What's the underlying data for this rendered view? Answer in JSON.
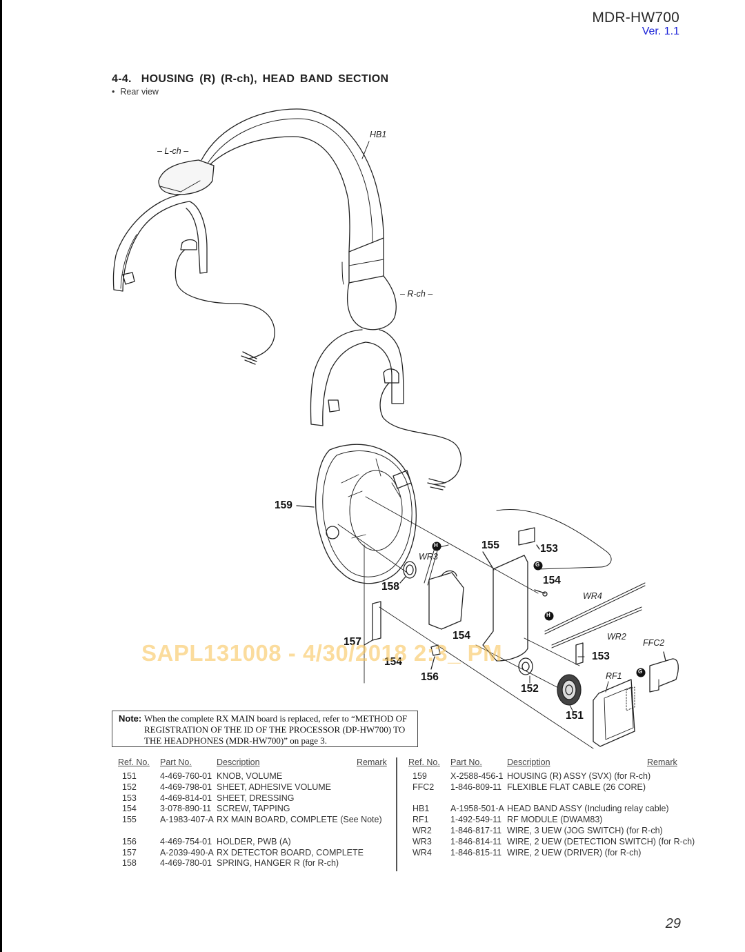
{
  "header": {
    "model": "MDR-HW700",
    "version": "Ver. 1.1",
    "version_color": "#1a22d8"
  },
  "section": {
    "number": "4-4.",
    "title": "HOUSING (R) (R-ch),  HEAD BAND SECTION",
    "subnote_bullet": "•",
    "subnote": "Rear view"
  },
  "diagram": {
    "channel_labels": {
      "left": "– L-ch –",
      "right": "– R-ch –"
    },
    "callouts": {
      "hb1": "HB1",
      "p159": "159",
      "p158": "158",
      "p157": "157",
      "p156": "156",
      "p155": "155",
      "p154a": "154",
      "p154b": "154",
      "p154c": "154",
      "p153a": "153",
      "p153b": "153",
      "p152": "152",
      "p151": "151",
      "wr2": "WR2",
      "wr3": "WR3",
      "wr4": "WR4",
      "ffc2": "FFC2",
      "rf1": "RF1",
      "conn_g": "G",
      "conn_h": "H"
    },
    "watermark": "SAPL131008 - 4/30/2018 2:3_ PM"
  },
  "note": {
    "label": "Note:",
    "text": "When the complete RX MAIN board is replaced, refer to “METHOD OF REGISTRATION OF THE ID OF THE PROCESSOR (DP-HW700) TO THE HEADPHONES (MDR-HW700)” on page 3."
  },
  "parts_table": {
    "headers": {
      "ref": "Ref. No.",
      "part": "Part No.",
      "desc": "Description",
      "remark": "Remark"
    },
    "left": [
      {
        "ref": "151",
        "part": "4-469-760-01",
        "desc": "KNOB, VOLUME",
        "remark": ""
      },
      {
        "ref": "152",
        "part": "4-469-798-01",
        "desc": "SHEET, ADHESIVE VOLUME",
        "remark": ""
      },
      {
        "ref": "153",
        "part": "4-469-814-01",
        "desc": "SHEET, DRESSING",
        "remark": ""
      },
      {
        "ref": "154",
        "part": "3-078-890-11",
        "desc": "SCREW, TAPPING",
        "remark": ""
      },
      {
        "ref": "155",
        "part": "A-1983-407-A",
        "desc": "RX MAIN BOARD, COMPLETE (See Note)",
        "remark": ""
      },
      {
        "ref": "156",
        "part": "4-469-754-01",
        "desc": "HOLDER, PWB (A)",
        "remark": ""
      },
      {
        "ref": "157",
        "part": "A-2039-490-A",
        "desc": "RX DETECTOR BOARD, COMPLETE",
        "remark": ""
      },
      {
        "ref": "158",
        "part": "4-469-780-01",
        "desc": "SPRING, HANGER R (for R-ch)",
        "remark": ""
      }
    ],
    "right": [
      {
        "ref": "159",
        "part": "X-2588-456-1",
        "desc": "HOUSING (R) ASSY (SVX) (for R-ch)",
        "remark": ""
      },
      {
        "ref": "FFC2",
        "part": "1-846-809-11",
        "desc": "FLEXIBLE FLAT CABLE (26 CORE)",
        "remark": ""
      },
      {
        "ref": "HB1",
        "part": "A-1958-501-A",
        "desc": "HEAD BAND ASSY (Including relay cable)",
        "remark": ""
      },
      {
        "ref": "RF1",
        "part": "1-492-549-11",
        "desc": "RF MODULE (DWAM83)",
        "remark": ""
      },
      {
        "ref": "WR2",
        "part": "1-846-817-11",
        "desc": "WIRE, 3 UEW (JOG SWITCH) (for R-ch)",
        "remark": ""
      },
      {
        "ref": "WR3",
        "part": "1-846-814-11",
        "desc": "WIRE, 2 UEW (DETECTION SWITCH) (for R-ch)",
        "remark": ""
      },
      {
        "ref": "WR4",
        "part": "1-846-815-11",
        "desc": "WIRE, 2 UEW (DRIVER) (for R-ch)",
        "remark": ""
      }
    ]
  },
  "footer": {
    "page_number": "29"
  }
}
